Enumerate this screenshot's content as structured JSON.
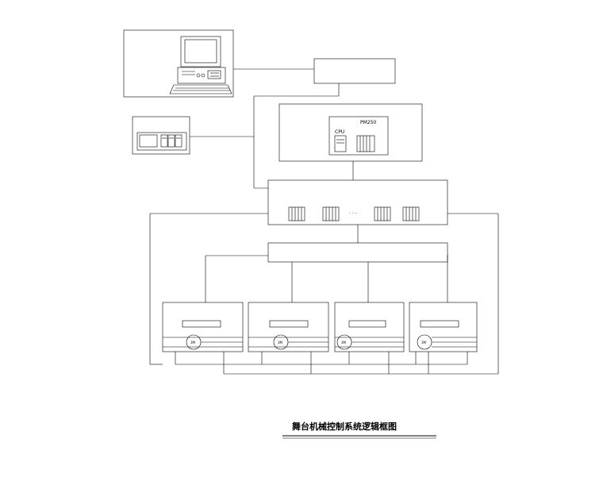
{
  "operator_station": {
    "title": "",
    "subtitle": "",
    "screen_label": ""
  },
  "touch_panel": {
    "title": "",
    "screen_label": ""
  },
  "comm_module": {
    "label": ""
  },
  "controller": {
    "cpu_label": "CPU",
    "model_label": "PM250",
    "left_label": "",
    "right_label": ""
  },
  "io_bus": {
    "label": "",
    "modules": [
      {
        "label": ""
      },
      {
        "label": ""
      },
      {
        "label": ""
      },
      {
        "label": ""
      }
    ],
    "ellipsis": "· · ·"
  },
  "fieldbus": {
    "label": ""
  },
  "left_side_label": "",
  "right_side_label": "",
  "drives": [
    {
      "title": "",
      "box_label": "",
      "motor_label": "3M",
      "tag1": "",
      "tag2": "",
      "tag3": ""
    },
    {
      "title": "",
      "box_label": "",
      "motor_label": "3M",
      "tag1": "",
      "tag2": "",
      "tag3": ""
    },
    {
      "title": "",
      "box_label": "",
      "motor_label": "3M",
      "tag1": "",
      "tag2": "",
      "tag3": ""
    },
    {
      "title": "",
      "box_label": "",
      "motor_label": "3M",
      "tag1": "",
      "tag2": "",
      "tag3": ""
    }
  ],
  "footnote": "",
  "drawing_title": "舞台机械控制系统逻辑框图"
}
